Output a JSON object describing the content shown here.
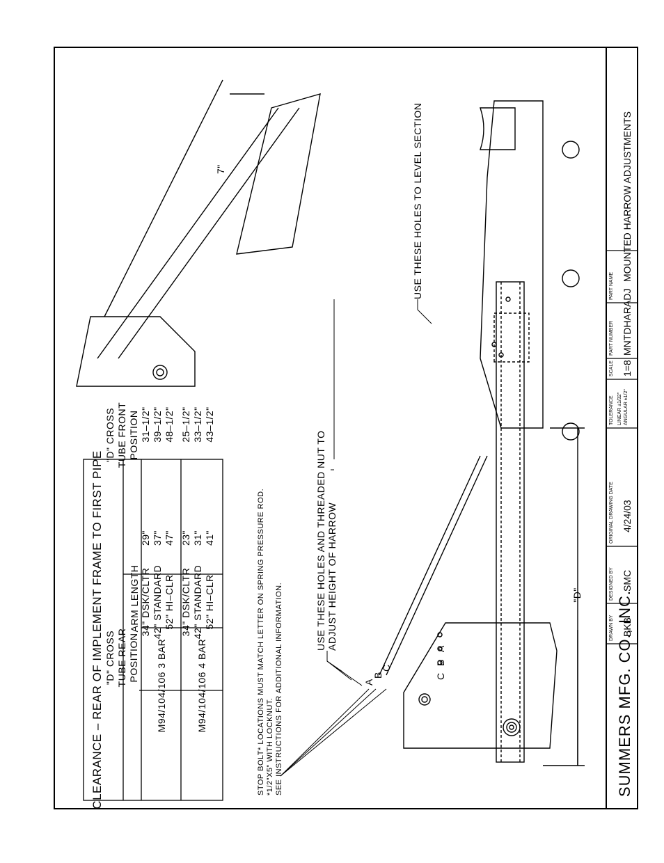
{
  "table": {
    "title": "CLEARANCE  –  REAR OF IMPLEMENT FRAME TO FIRST PIPE",
    "headers": {
      "arm_length": "ARM LENGTH",
      "rear_position": [
        "\"D\" CROSS",
        "TUBE REAR",
        "POSITION"
      ],
      "front_position": [
        "\"D\" CROSS",
        "TUBE FRONT",
        "POSITION"
      ]
    },
    "groups": [
      {
        "model": "M94/104/106 3 BAR",
        "rows": [
          {
            "arm": "34\" DSK/CLTR",
            "rear": "29\"",
            "front": "31–1/2\""
          },
          {
            "arm": "42\" STANDARD",
            "rear": "37\"",
            "front": "39–1/2\""
          },
          {
            "arm": "52\"  HI–CLR",
            "rear": "47\"",
            "front": "48–1/2\""
          }
        ]
      },
      {
        "model": "M94/104/106 4 BAR",
        "rows": [
          {
            "arm": "34\" DSK/CLTR",
            "rear": "23\"",
            "front": "25–1/2\""
          },
          {
            "arm": "42\" STANDARD",
            "rear": "31\"",
            "front": "33–1/2\""
          },
          {
            "arm": "52\"  HI–CLR",
            "rear": "41\"",
            "front": "43–1/2\""
          }
        ]
      }
    ]
  },
  "notes": {
    "line1": "STOP BOLT* LOCATIONS MUST MATCH LETTER ON SPRING PRESSURE ROD.",
    "line2": "*1/2\"X5\" WITH LOCKNUT.",
    "line3": "SEE INSTRUCTIONS FOR ADDITIONAL INFORMATION."
  },
  "callouts": {
    "holes_adjust_1": "USE THESE HOLES AND THREADED NUT TO",
    "holes_adjust_2": "ADJUST HEIGHT OF HARROW",
    "holes_level": "USE THESE HOLES TO LEVEL SECTION",
    "dim_7": "7\"",
    "dim_d": "\"D\"",
    "letters_a": "A",
    "letters_b": "B",
    "letters_c": "C"
  },
  "title_block": {
    "company": "SUMMERS MFG. CO.,  INC.",
    "drawn_by_label": "DRAWN BY",
    "drawn_by": "BKB",
    "designed_by_label": "DESIGNED BY",
    "designed_by": "SMC",
    "date_label": "ORIGINAL DRAWING DATE",
    "date": "4/24/03",
    "tolerance_label": "TOLERANCE",
    "tolerance_linear": "LINEAR ±1/32\"",
    "tolerance_angular": "ANGULAR ±1/2°",
    "scale_label": "SCALE",
    "scale": "1=8",
    "part_number_label": "PART NUMBER",
    "part_number": "MNTDHARADJ",
    "part_name_label": "PART NAME",
    "part_name": "MOUNTED HARROW ADJUSTMENTS"
  }
}
